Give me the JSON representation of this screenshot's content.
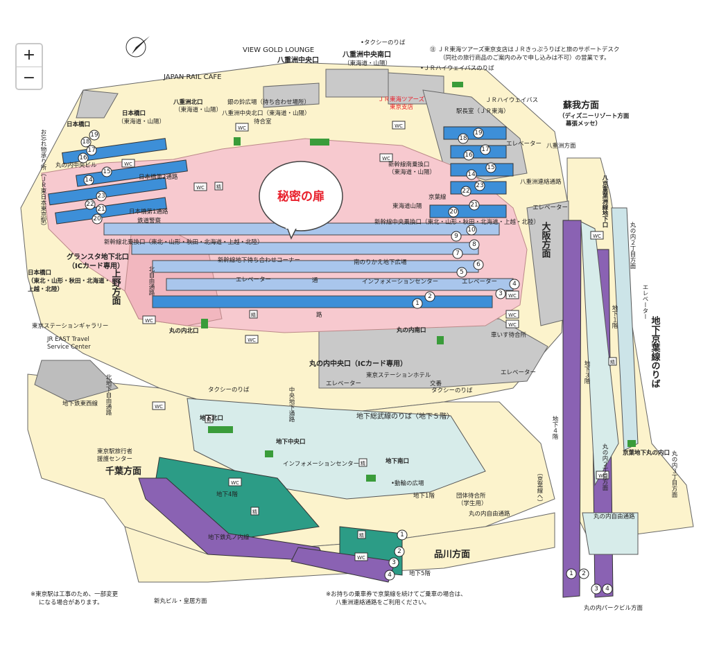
{
  "zoom": {
    "in_label": "+",
    "out_label": "−"
  },
  "secret_label": "秘密の扉",
  "icon_wc": "WC",
  "icon_sei": "精",
  "top_labels": {
    "view_gold": "VIEW GOLD LOUNGE",
    "taxi_top": "•タクシーのりば",
    "yaesu_chuo": "八重洲中央口",
    "yaesu_chuo_minami": "八重洲中央南口",
    "tokaido_sanyo": "（東海道・山陽）",
    "japan_rail_cafe": "JAPAN RAIL CAFE",
    "note_jr_tokai_1": "㊟ ＪＲ東海ツアーズ東京支店はＪＲきっぷうりばと旅のサポートデスク",
    "note_jr_tokai_2": "（同社の旅行商品のご案内のみで申し込みは不可）の営業です。",
    "jr_highway_bus": "•ＪＲハイウェイバスのりば",
    "jr_highway_bus2": "ＪＲハイウェイバス",
    "soga": "蘇我方面",
    "disney": "（ディズニーリゾート方面",
    "makuhari": "幕張メッセ）",
    "jr_tokai_tours": "ＪＲ東海ツアーズ",
    "tokyo_branch": "東京支店",
    "ekichoshitsu": "駅長室（ＪＲ東海）",
    "elevator": "エレベーター",
    "yaesu_houmen": "八重洲方面"
  },
  "left_labels": {
    "nihonbashi_kita": "日本橋口",
    "nihonbashi": "日本橋口",
    "tokaido_sanyo2": "（東海道・山陽）",
    "wasuremono": "お忘れ物承り所（ＪＲ東日本東京駅）",
    "marunouchi_chuo_bldg": "丸の内中央ビル",
    "nihonbashi_2": "日本橋第2通路",
    "nihonbashi_1": "日本橋第1通路",
    "tetsudo_keisatsu": "鉄道警察",
    "shinkansen_kita": "新幹線北乗換口（東北・山形・秋田・北海道・上越・北陸）",
    "gransta_kita": "グランスタ地下北口",
    "ic_only": "（ICカード専用）",
    "nihonbashi_bottom_1": "日本橋口",
    "nihonbashi_bottom_2": "（東北・山形・秋田・北海道・",
    "nihonbashi_bottom_3": "上越・北陸）",
    "ueno": "上野方面",
    "kita_jiyu": "北自由通路",
    "gallery": "東京ステーションギャラリー",
    "jr_east_travel_1": "JR EAST Travel",
    "jr_east_travel_2": "Service Center",
    "marunouchi_kita": "丸の内北口",
    "kita_chika_jiyu": "北地下自由通路",
    "chikatetsu_tozai": "地下鉄東西線",
    "tokyo_ryokosha_1": "東京駅旅行者",
    "tokyo_ryokosha_2": "援護センター",
    "chiba": "千葉方面"
  },
  "center_labels": {
    "yaesu_kita": "八重洲北口",
    "tokaido_sanyo3": "（東海道・山陽）",
    "gin_no_suzu": "銀の鈴広場（待ち合わせ場所）",
    "yaesu_chuo_kita": "八重洲中央北口（東海道・山陽）",
    "machiaishitsu": "待合室",
    "shinkansen_minami": "新幹線南乗換口",
    "tokaido_sanyo4": "（東海道・山陽）",
    "tokaido_shinkansen": "東海道山陽",
    "kyoyo_sen": "京葉線",
    "shinkansen_chuo": "新幹線中央乗換口（東北・山形・秋田・北海道・上越・北陸）",
    "shinkansen_machiai": "新幹線地下待ち合わせコーナー",
    "minami_no_rikakai": "南のりかえ地下広場",
    "elevator2": "エレベーター",
    "tori": "通",
    "info_center": "インフォメーションセンター",
    "ro": "路",
    "elevator3": "エレベーター",
    "marunouchi_minami": "丸の内南口",
    "kurumaisu": "車いす待合所",
    "marunouchi_chuo": "丸の内中央口（ICカード専用）",
    "tokyo_station_hotel": "東京ステーションホテル",
    "elevator4": "エレベーター",
    "chuo_chika": "中央地下通路",
    "taxi2": "タクシーのりば",
    "koban": "交番",
    "taxi3": "タクシーのりば",
    "elevator5": "エレベーター",
    "yaesu_renraku": "八重洲連絡通路",
    "osaka": "大阪方面"
  },
  "bottom_labels": {
    "sobu": "地下総武線のりば〈地下５階〉",
    "chika_kita": "地下北口",
    "chika_chuo": "地下中央口",
    "chika_minami": "地下南口",
    "information": "インフォメーションセンター",
    "dowa": "•動輪の広場",
    "chika_1": "地下1階",
    "dantai_1": "団体待合所",
    "dantai_2": "（学生用）",
    "marunouchi_jiyu": "丸の内自由通路",
    "chika_4": "地下4階",
    "marunouchi_line": "地下鉄丸ノ内線",
    "shinagawa": "品川方面",
    "chika_5": "地下5階",
    "shin_maru": "新丸ビル・皇居方面",
    "note_left_1": "※東京駅は工事のため、一部変更",
    "note_left_2": "になる場合があります。",
    "note_center_1": "※お持ちの乗車券で京葉線を続けてご乗車の場合は、",
    "note_center_2": "八重洲連絡通路をご利用ください。",
    "keiyo_paren": "（京葉線へ）"
  },
  "right_labels": {
    "hatchobori": "八京重葉洲線地下口",
    "elevator6": "エレベーター",
    "marunouchi_2": "丸の内２丁目方面",
    "elevator7": "エレベーター",
    "chika_keiyo": "地下京葉線のりば",
    "chika_1b": "地下１階",
    "chika_3": "地下３階",
    "chika_4b": "地下４階",
    "keiyo_chika_kita": "京葉地下丸の内口",
    "marunouchi_2b": "丸の内２丁目方面",
    "marunouchi_3": "丸の内３丁目方面",
    "marunouchi_jiyu2": "丸の内自由通路",
    "park_bldg": "丸の内パークビル方面"
  },
  "colors": {
    "concourse": "#f7c9cf",
    "platform_blue": "#3d8fd8",
    "platform_light": "#a9c6ec",
    "wall_gray": "#c9c9c9",
    "ground_yellow": "#fcf3cc",
    "keiyo_purple": "#8a62b3",
    "maru_teal": "#2c9c86",
    "sobu_light": "#d7ecea",
    "green_mark": "#3a9c3a"
  }
}
